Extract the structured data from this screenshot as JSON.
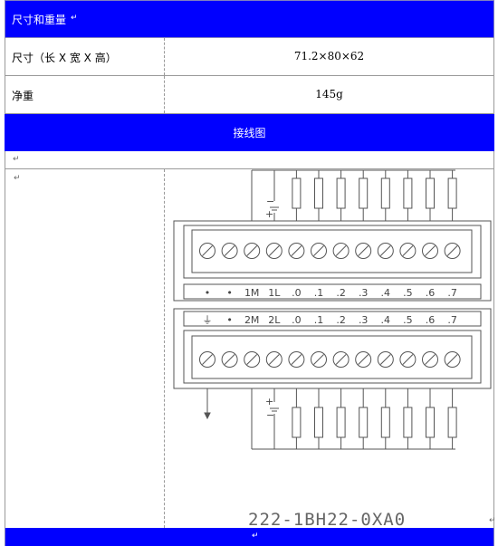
{
  "section_title": "尺寸和重量",
  "specs": [
    {
      "label": "尺寸（长 X 宽 X 高）",
      "value": "71.2×80×62"
    },
    {
      "label": "净重",
      "value": "145g"
    }
  ],
  "wiring_title": "接线图",
  "para_mark": "↵",
  "top_power": {
    "minus": "−",
    "plus": "+"
  },
  "bottom_power": {
    "plus": "+",
    "minus": "−"
  },
  "top_terminal_labels": [
    "•",
    "•",
    "1M",
    "1L",
    ".0",
    ".1",
    ".2",
    ".3",
    ".4",
    ".5",
    ".6",
    ".7"
  ],
  "bottom_terminal_labels": [
    "⏚",
    "•",
    "2M",
    "2L",
    ".0",
    ".1",
    ".2",
    ".3",
    ".4",
    ".5",
    ".6",
    ".7"
  ],
  "model_number": "222-1BH22-0XA0",
  "colors": {
    "header_blue": "#0000ff",
    "border_gray": "#9a9a9a"
  }
}
